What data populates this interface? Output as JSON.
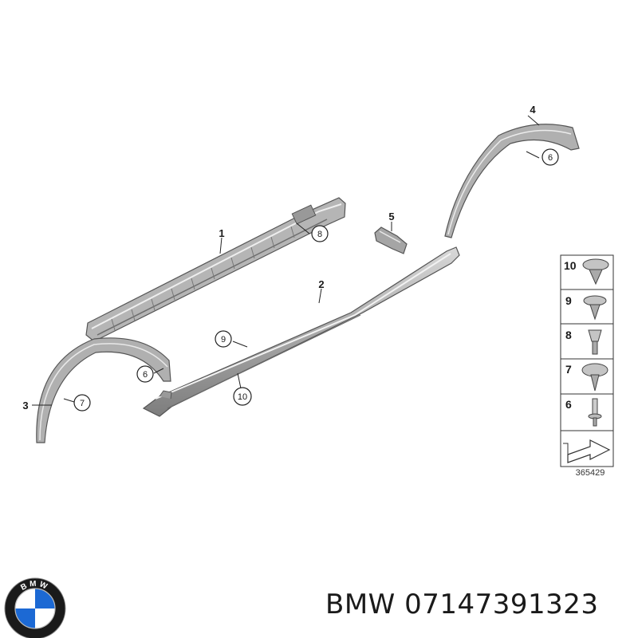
{
  "parts": {
    "p1": "1",
    "p2": "2",
    "p3": "3",
    "p4": "4",
    "p5": "5",
    "c8": "8",
    "c6a": "6",
    "c6b": "6",
    "c7": "7",
    "c9": "9",
    "c10": "10"
  },
  "legend": {
    "items": [
      "10",
      "9",
      "8",
      "7",
      "6"
    ],
    "diagram_id": "365429"
  },
  "caption": {
    "brand": "BMW",
    "part_number": "07147391323"
  },
  "logo": {
    "text": "BMW",
    "colors": {
      "blue": "#1c69d4",
      "white": "#ffffff",
      "ring": "#111111"
    }
  }
}
